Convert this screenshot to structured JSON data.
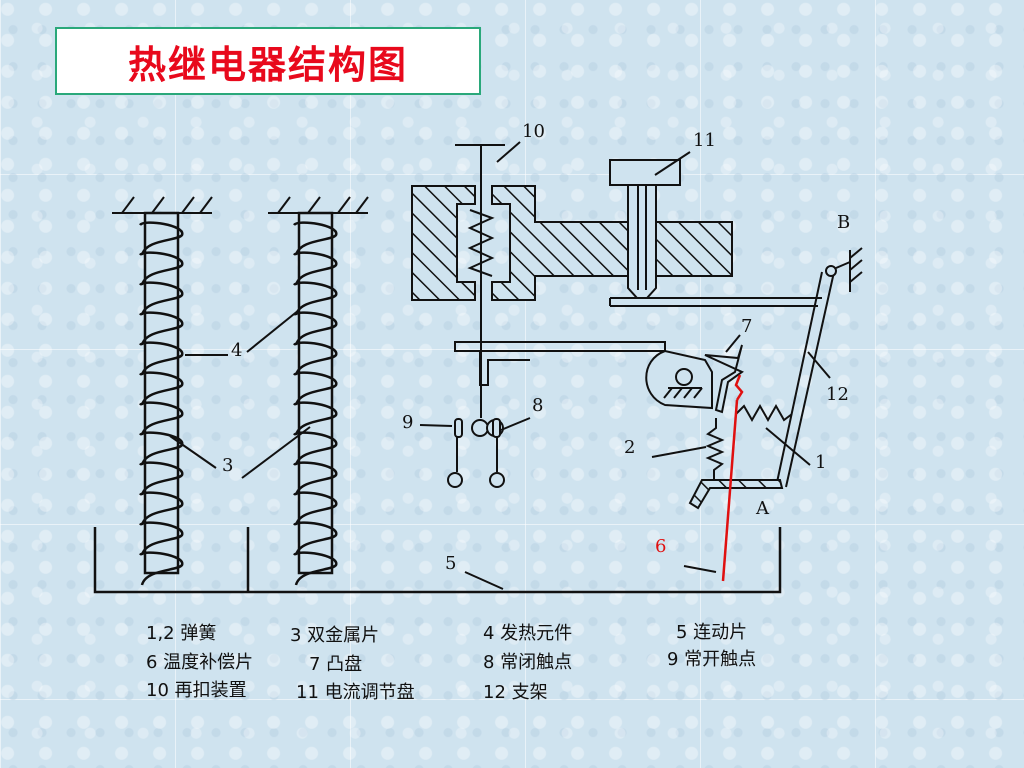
{
  "title": "热继电器结构图",
  "labels": {
    "l10": "10",
    "l11": "11",
    "lB": "B",
    "l7": "7",
    "l12": "12",
    "l4": "4",
    "l3": "3",
    "l8": "8",
    "l9": "9",
    "l2": "2",
    "l1": "1",
    "lA": "A",
    "l6": "6",
    "l5": "5"
  },
  "legend": [
    [
      "1,2 弹簧",
      "3 双金属片",
      "4 发热元件",
      "5 连动片"
    ],
    [
      "6 温度补偿片",
      "7 凸盘",
      "8 常闭触点",
      "9 常开触点"
    ],
    [
      "10 再扣装置",
      "11 电流调节盘",
      "12 支架",
      ""
    ]
  ],
  "colors": {
    "title": "#e8091c",
    "title_border": "#2aa87a",
    "compensator": "#e01010"
  }
}
